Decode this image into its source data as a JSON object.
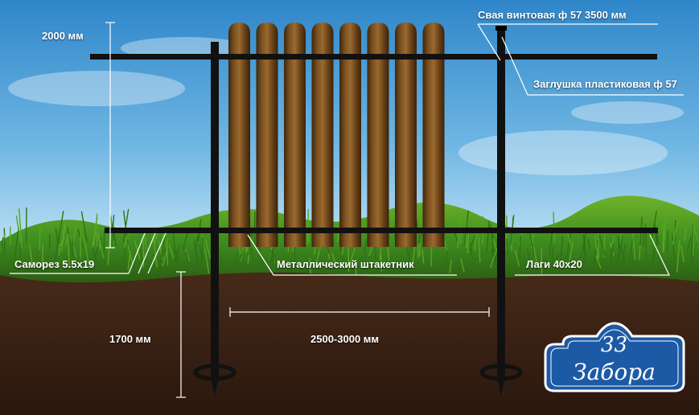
{
  "labels": {
    "height_above": "2000 мм",
    "screw_pile": "Свая винтовая ф 57 3500 мм",
    "plastic_cap": "Заглушка пластиковая ф 57",
    "self_tapping_screw": "Саморез  5.5х19",
    "metal_picket": "Металлический штакетник",
    "lags": "Лаги  40х20",
    "depth_below": "1700 мм",
    "span": "2500-3000 мм"
  },
  "logo": {
    "number": "33",
    "word": "Забора"
  },
  "colors": {
    "sky_top": "#2f86c9",
    "sky_bottom": "#a9d6ef",
    "grass": "#3f8f1f",
    "soil": "#3b2416",
    "picket": "#6b4519",
    "post": "#111111",
    "logo_blue": "#1d5aa6"
  },
  "picket_count": 8
}
